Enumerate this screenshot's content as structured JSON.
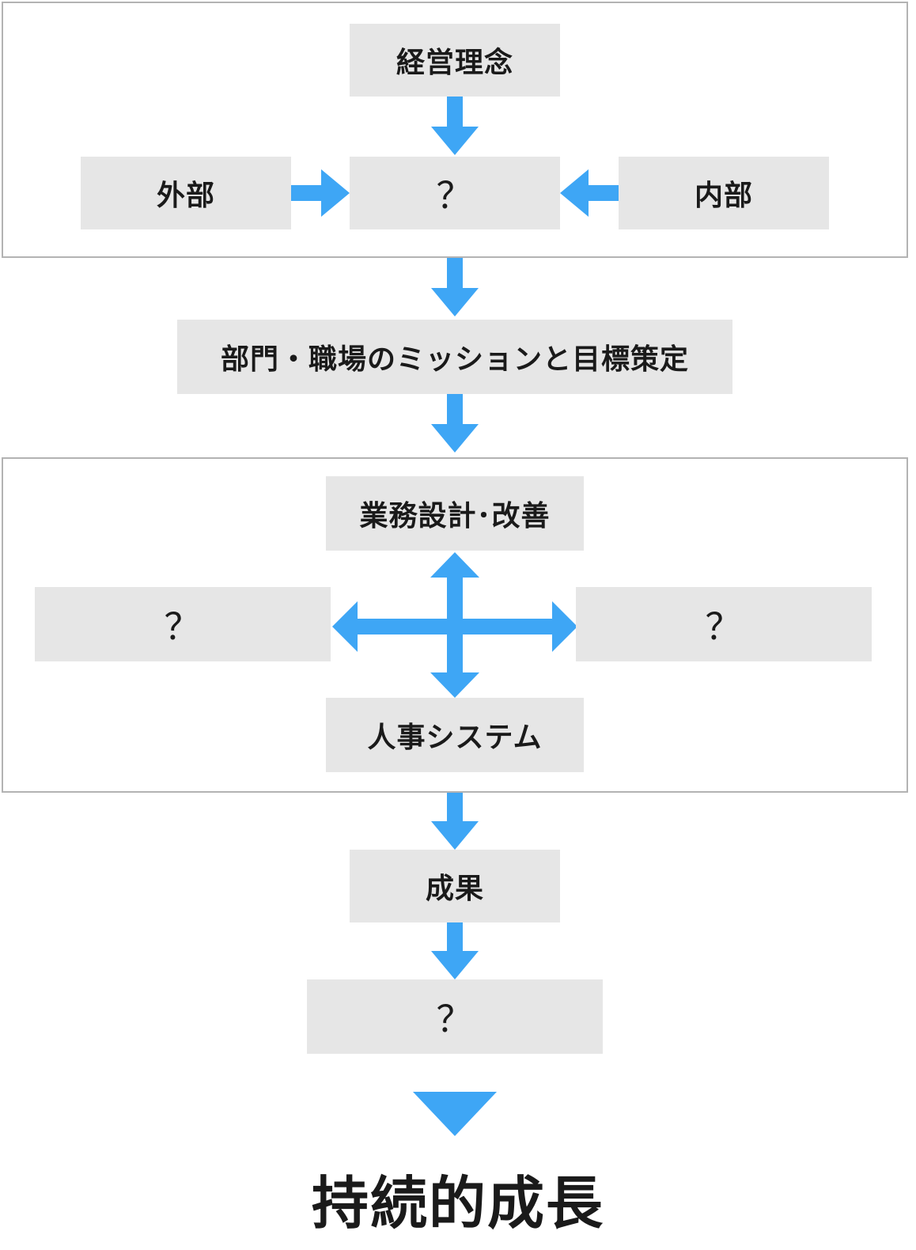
{
  "diagram": {
    "nodes": {
      "philosophy": "経営理念",
      "external": "外部",
      "center_unknown": "？",
      "internal": "内部",
      "mission": "部門・職場のミッションと目標策定",
      "work_design": "業務設計･改善",
      "left_unknown": "？",
      "right_unknown": "？",
      "hr_system": "人事システム",
      "results": "成果",
      "bottom_unknown": "？"
    },
    "outcome": "持続的成長",
    "colors": {
      "arrow": "#3ea6f5",
      "box": "#e6e6e6",
      "frame": "#b3b3b3"
    }
  }
}
